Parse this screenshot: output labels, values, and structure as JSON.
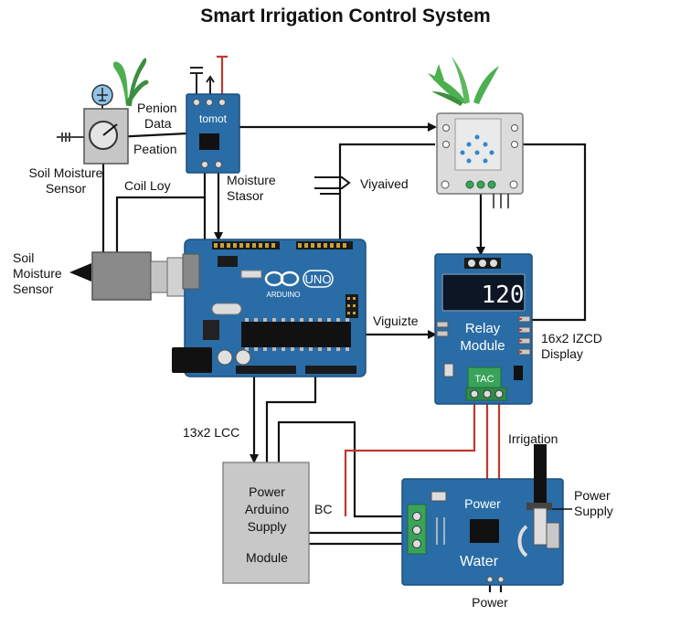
{
  "title": "Smart Irrigation Control System",
  "labels": {
    "penion_data_1": "Penion",
    "penion_data_2": "Data",
    "peation": "Peation",
    "soil_sensor_top_1": "Soil Moisture",
    "soil_sensor_top_2": "Sensor",
    "coil_loy": "Coil Loy",
    "moisture_stasor_1": "Moisture",
    "moisture_stasor_2": "Stasor",
    "viyaived": "Viyaived",
    "soil_sensor_left_1": "Soil",
    "soil_sensor_left_2": "Moisture",
    "soil_sensor_left_3": "Sensor",
    "viguizte": "Viguizte",
    "lcd_display_1": "16x2 IZCD",
    "lcd_display_2": "Display",
    "lcc_label": "13x2 LCC",
    "bc_label": "BC",
    "irrigation": "Irrigation",
    "power_supply_right_1": "Power",
    "power_supply_right_2": "Supply",
    "power_bottom": "Power"
  },
  "modules": {
    "sensor_chip": "tomot",
    "arduino_brand": "ARDUINO",
    "arduino_model": "UNO",
    "relay_display": "120",
    "relay_1": "Relay",
    "relay_2": "Module",
    "relay_terminal": "TAC",
    "power_box_1": "Power",
    "power_box_2": "Arduino",
    "power_box_3": "Supply",
    "power_box_4": "Module",
    "water_board_1": "Power",
    "water_board_2": "Water"
  },
  "colors": {
    "pcb_blue": "#2a6ca6",
    "wire_red": "#c0392b",
    "wire_black": "#111111",
    "plant_green": "#4caf50",
    "terminal_green": "#3aa35a"
  }
}
